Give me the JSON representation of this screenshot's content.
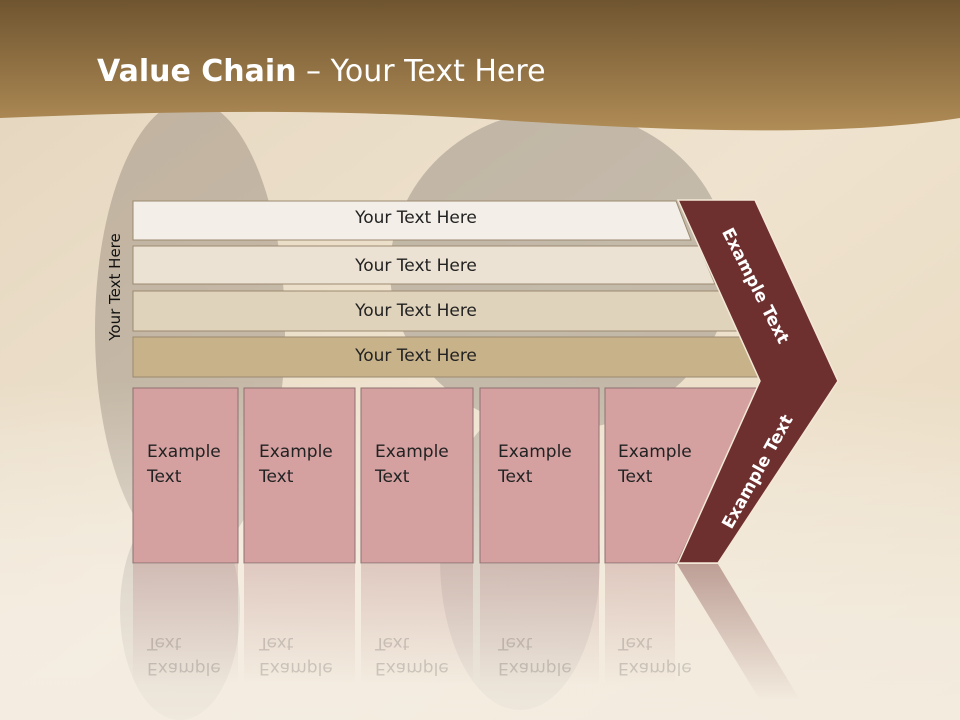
{
  "slide": {
    "title_bold": "Value Chain",
    "title_rest": " – Your Text Here",
    "side_label": "Your Text Here",
    "rows": [
      {
        "label": "Your Text Here",
        "fill": "#f3efe8"
      },
      {
        "label": "Your Text Here",
        "fill": "#ece2d3"
      },
      {
        "label": "Your Text Here",
        "fill": "#e0d3bb"
      },
      {
        "label": "Your Text Here",
        "fill": "#c8b28a"
      }
    ],
    "cells": [
      {
        "line1": "Example",
        "line2": "Text"
      },
      {
        "line1": "Example",
        "line2": "Text"
      },
      {
        "line1": "Example",
        "line2": "Text"
      },
      {
        "line1": "Example",
        "line2": "Text"
      },
      {
        "line1": "Example",
        "line2": "Text"
      }
    ],
    "chevron_top_label": "Example Text",
    "chevron_bottom_label": "Example Text",
    "colors": {
      "header_band": "#9f7f4a",
      "cell_fill": "#d4a0a0",
      "chevron_fill": "#6e2f2f",
      "sand": "#e6d6bb"
    }
  }
}
